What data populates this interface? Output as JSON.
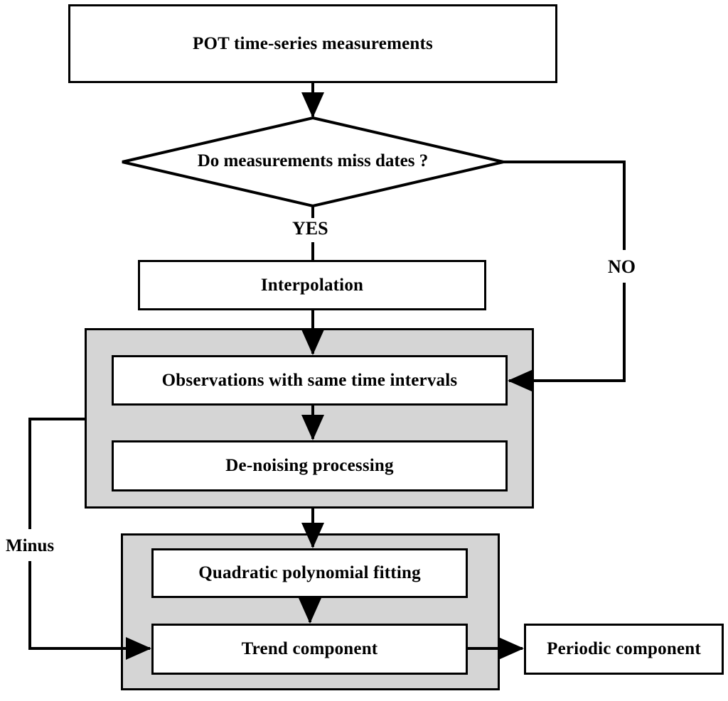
{
  "diagram": {
    "title": "POT time-series decomposition flowchart",
    "colors": {
      "stroke": "#000000",
      "node_fill": "#ffffff",
      "group_fill": "#d5d5d5",
      "background": "#ffffff"
    },
    "nodes": {
      "start": {
        "label": "POT time-series measurements",
        "shape": "rectangle"
      },
      "decision": {
        "label": "Do measurements miss dates ?",
        "shape": "diamond"
      },
      "interpolation": {
        "label": "Interpolation",
        "shape": "rectangle"
      },
      "observations": {
        "label": "Observations with same time intervals",
        "shape": "rectangle"
      },
      "denoising": {
        "label": "De-noising processing",
        "shape": "rectangle"
      },
      "quadratic": {
        "label": "Quadratic polynomial fitting",
        "shape": "rectangle"
      },
      "trend": {
        "label": "Trend component",
        "shape": "rectangle"
      },
      "periodic": {
        "label": "Periodic component",
        "shape": "rectangle"
      }
    },
    "groups": {
      "preprocessing": {
        "label": ""
      },
      "decomposition": {
        "label": ""
      }
    },
    "edge_labels": {
      "yes": "YES",
      "no": "NO",
      "minus": "Minus"
    }
  },
  "chart_data": {
    "type": "diagram",
    "title": "POT time-series decomposition flowchart",
    "nodes": [
      {
        "id": "start",
        "label": "POT time-series measurements",
        "shape": "rectangle",
        "fill": "#ffffff"
      },
      {
        "id": "decision",
        "label": "Do measurements miss dates ?",
        "shape": "diamond",
        "fill": "#ffffff"
      },
      {
        "id": "interpolation",
        "label": "Interpolation",
        "shape": "rectangle",
        "fill": "#ffffff"
      },
      {
        "id": "observations",
        "label": "Observations with same time intervals",
        "shape": "rectangle",
        "fill": "#ffffff"
      },
      {
        "id": "denoising",
        "label": "De-noising processing",
        "shape": "rectangle",
        "fill": "#ffffff"
      },
      {
        "id": "quadratic",
        "label": "Quadratic polynomial fitting",
        "shape": "rectangle",
        "fill": "#ffffff"
      },
      {
        "id": "trend",
        "label": "Trend component",
        "shape": "rectangle",
        "fill": "#ffffff"
      },
      {
        "id": "periodic",
        "label": "Periodic component",
        "shape": "rectangle",
        "fill": "#ffffff"
      }
    ],
    "edges": [
      {
        "from": "start",
        "to": "decision",
        "label": ""
      },
      {
        "from": "decision",
        "to": "interpolation",
        "label": "YES"
      },
      {
        "from": "decision",
        "to": "observations",
        "label": "NO"
      },
      {
        "from": "interpolation",
        "to": "observations",
        "label": ""
      },
      {
        "from": "observations",
        "to": "denoising",
        "label": ""
      },
      {
        "from": "denoising",
        "to": "quadratic",
        "label": ""
      },
      {
        "from": "quadratic",
        "to": "trend",
        "label": ""
      },
      {
        "from": "trend",
        "to": "periodic",
        "label": ""
      },
      {
        "from": "denoising",
        "to": "trend",
        "label": "Minus"
      }
    ]
  }
}
